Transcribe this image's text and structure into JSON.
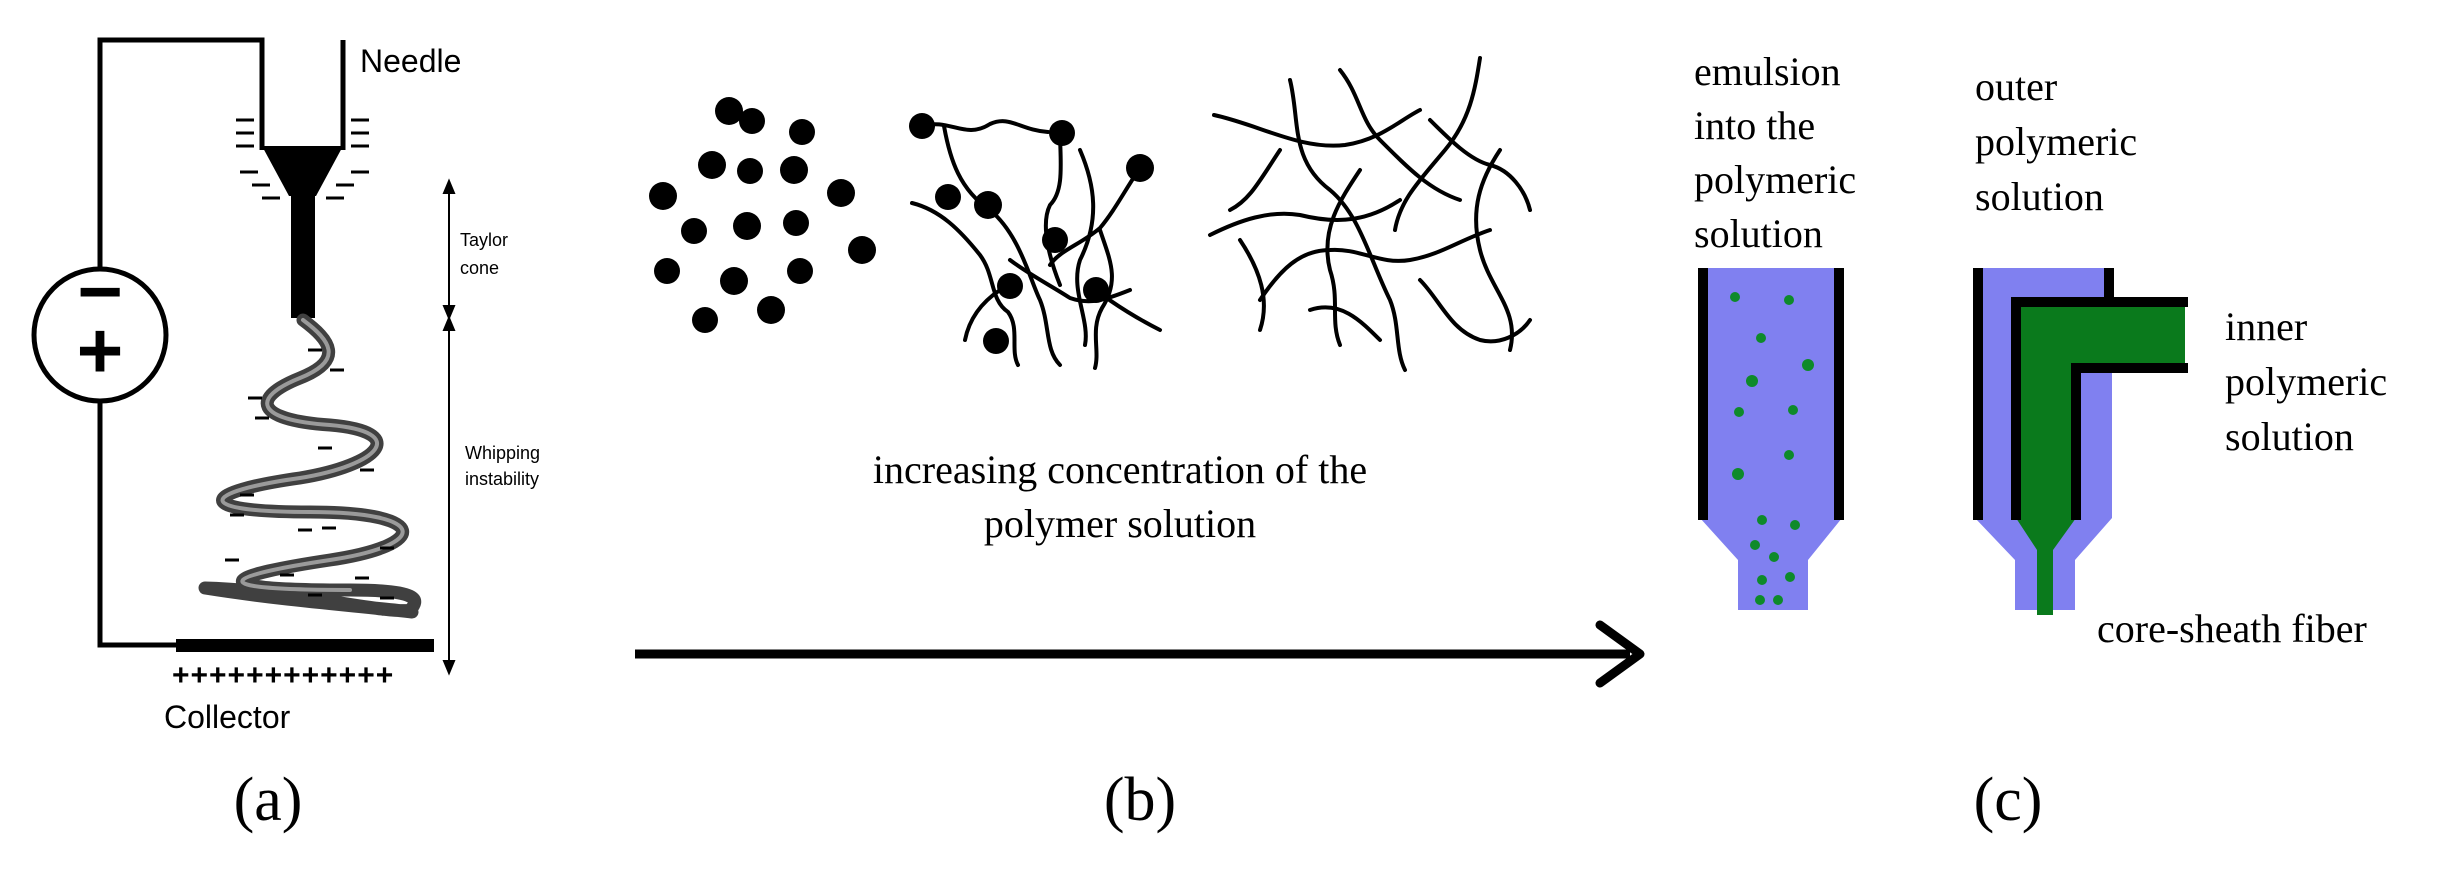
{
  "panel_a": {
    "needle_label": "Needle",
    "taylor_line1": "Taylor",
    "taylor_line2": "cone",
    "whipping_line1": "Whipping",
    "whipping_line2": "instability",
    "collector_label": "Collector",
    "collector_charges": "++++++++++++",
    "power_minus": "−",
    "power_plus": "+",
    "minus_sign": "−",
    "caption": "(a)"
  },
  "panel_b": {
    "text_line1": "increasing concentration of the",
    "text_line2": "polymer solution",
    "caption": "(b)"
  },
  "panel_c": {
    "emulsion_lines": [
      "emulsion",
      "into the",
      "polymeric",
      "solution"
    ],
    "outer_lines": [
      "outer",
      "polymeric",
      "solution"
    ],
    "inner_lines": [
      "inner",
      "polymeric",
      "solution"
    ],
    "core_sheath_label": "core-sheath fiber",
    "caption": "(c)"
  },
  "colors": {
    "ink": "#000000",
    "solution_blue": "#8080f0",
    "core_green": "#0a7a1c",
    "emulsion_dot_green": "#0e8a2a"
  }
}
